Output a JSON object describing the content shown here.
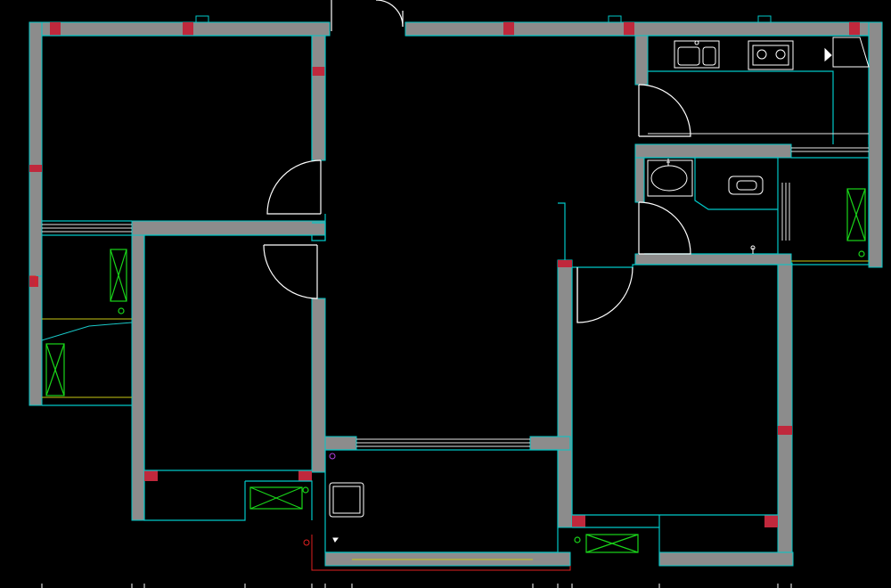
{
  "viewport": {
    "background": "#000000"
  },
  "colors": {
    "wall_fill": "#8c8c8c",
    "wall_outline": "#00c8c8",
    "wall_end_cap": "#c0283c",
    "door_swing": "#ffffff",
    "window_line": "#e6e6e6",
    "fixture_outline": "#ffffff",
    "appliance_box": "#19d419",
    "baseline": "#c8c814",
    "marker": "#e02020",
    "label_text": "#ffffff"
  },
  "legend_symbols": {
    "door": "door-swing-arc",
    "window": "window-triple-line",
    "wall": "solid-wall-segment",
    "kitchen_sink": "double-bowl-sink",
    "cooktop": "two-burner-cooktop",
    "washbasin": "oval-washbasin",
    "bathtub": "bathtub",
    "floor_drain": "floor-drain",
    "washer": "washing-machine",
    "ac_unit": "x-box-equipment"
  },
  "ticks": {
    "count": 13
  }
}
